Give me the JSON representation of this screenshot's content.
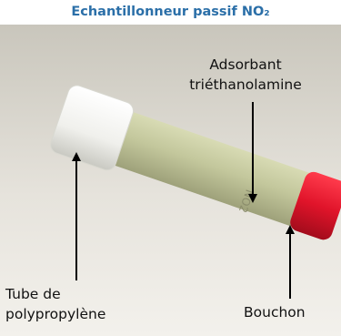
{
  "title": "Echantillonneur passif NO₂",
  "labels": {
    "adsorbant_line1": "Adsorbant",
    "adsorbant_line2": "triéthanolamine",
    "tube_line1": "Tube de",
    "tube_line2": "polypropylène",
    "bouchon": "Bouchon"
  },
  "colors": {
    "title": "#2b6fa8",
    "cap_white": "#f4f4f0",
    "cap_red": "#e0142a",
    "tube_body": "#c2c69a"
  }
}
